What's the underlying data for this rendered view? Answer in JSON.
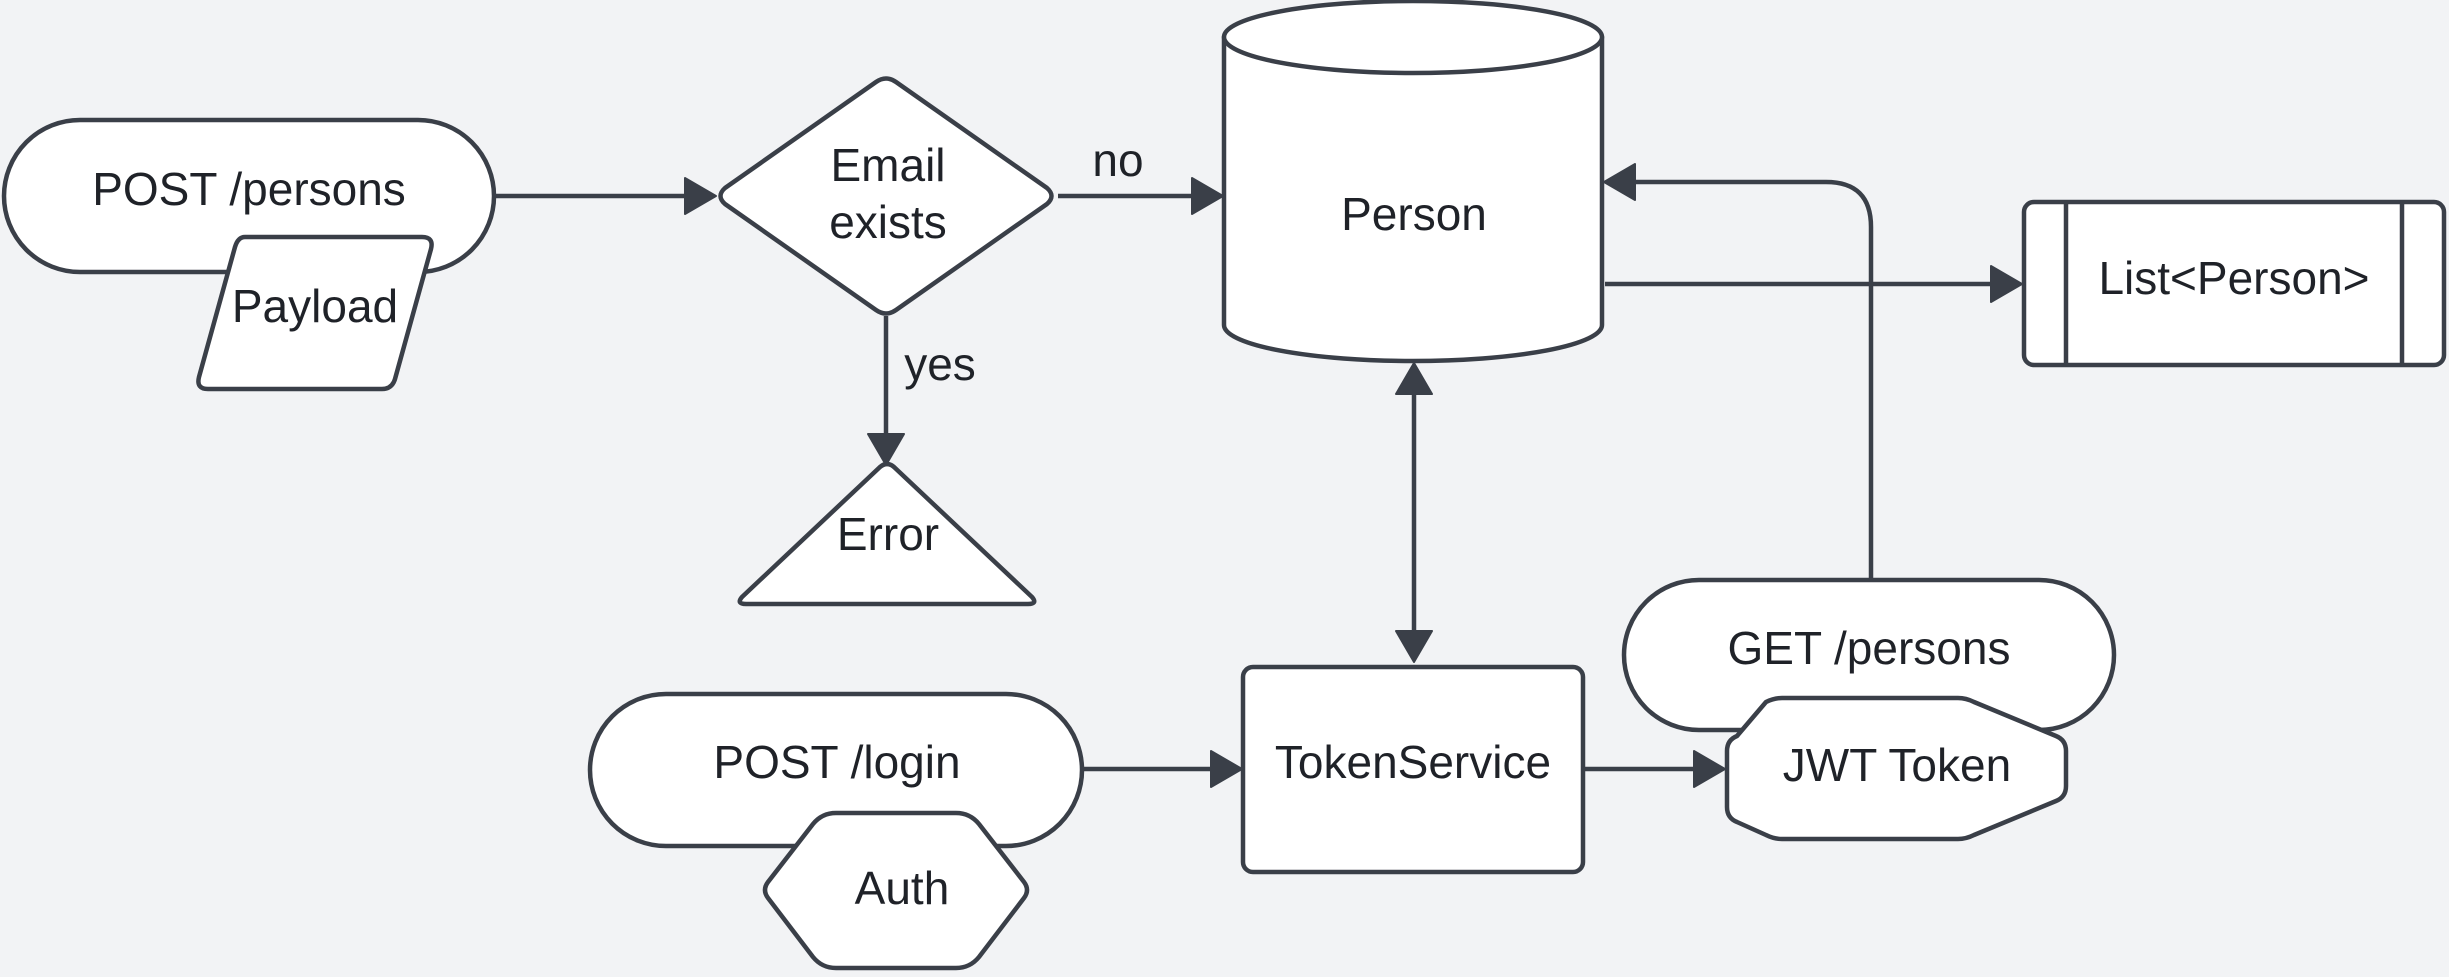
{
  "nodes": {
    "post_persons": "POST /persons",
    "payload": "Payload",
    "email_exists_line1": "Email",
    "email_exists_line2": "exists",
    "error": "Error",
    "person": "Person",
    "list_person": "List<Person>",
    "post_login": "POST /login",
    "auth": "Auth",
    "token_service": "TokenService",
    "get_persons": "GET /persons",
    "jwt_token": "JWT Token"
  },
  "edges": {
    "no_label": "no",
    "yes_label": "yes"
  },
  "colors": {
    "background": "#f2f3f5",
    "shape_fill": "#ffffff",
    "stroke": "#3a3f48",
    "text": "#1f2228"
  }
}
